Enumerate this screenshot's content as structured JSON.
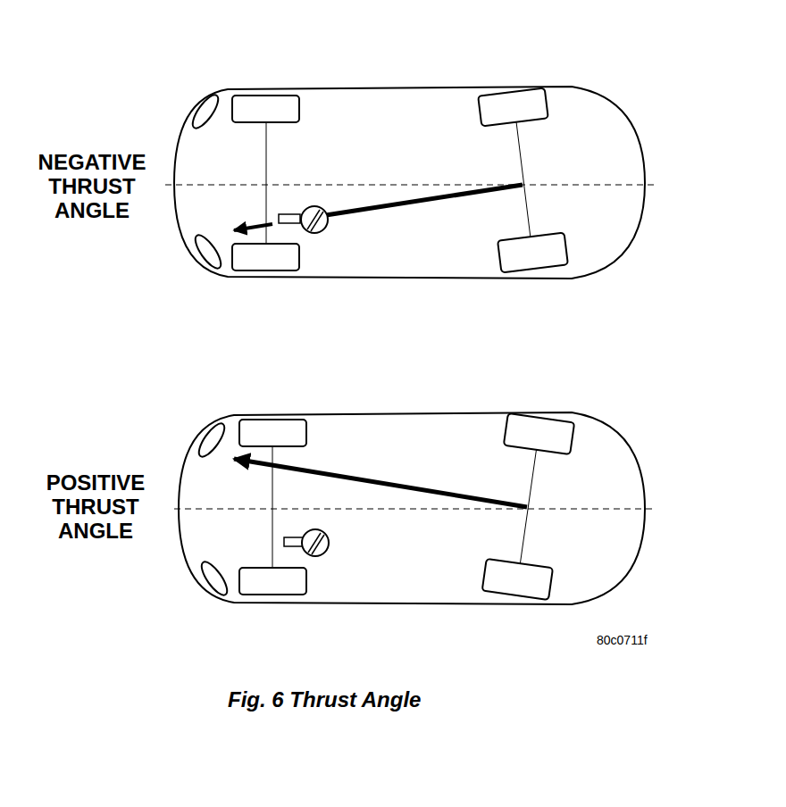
{
  "diagram": {
    "caption": "Fig. 6 Thrust Angle",
    "labels": [
      "NEGATIVE THRUST ANGLE",
      "POSITIVE THRUST ANGLE",
      "80c0711f"
    ]
  }
}
